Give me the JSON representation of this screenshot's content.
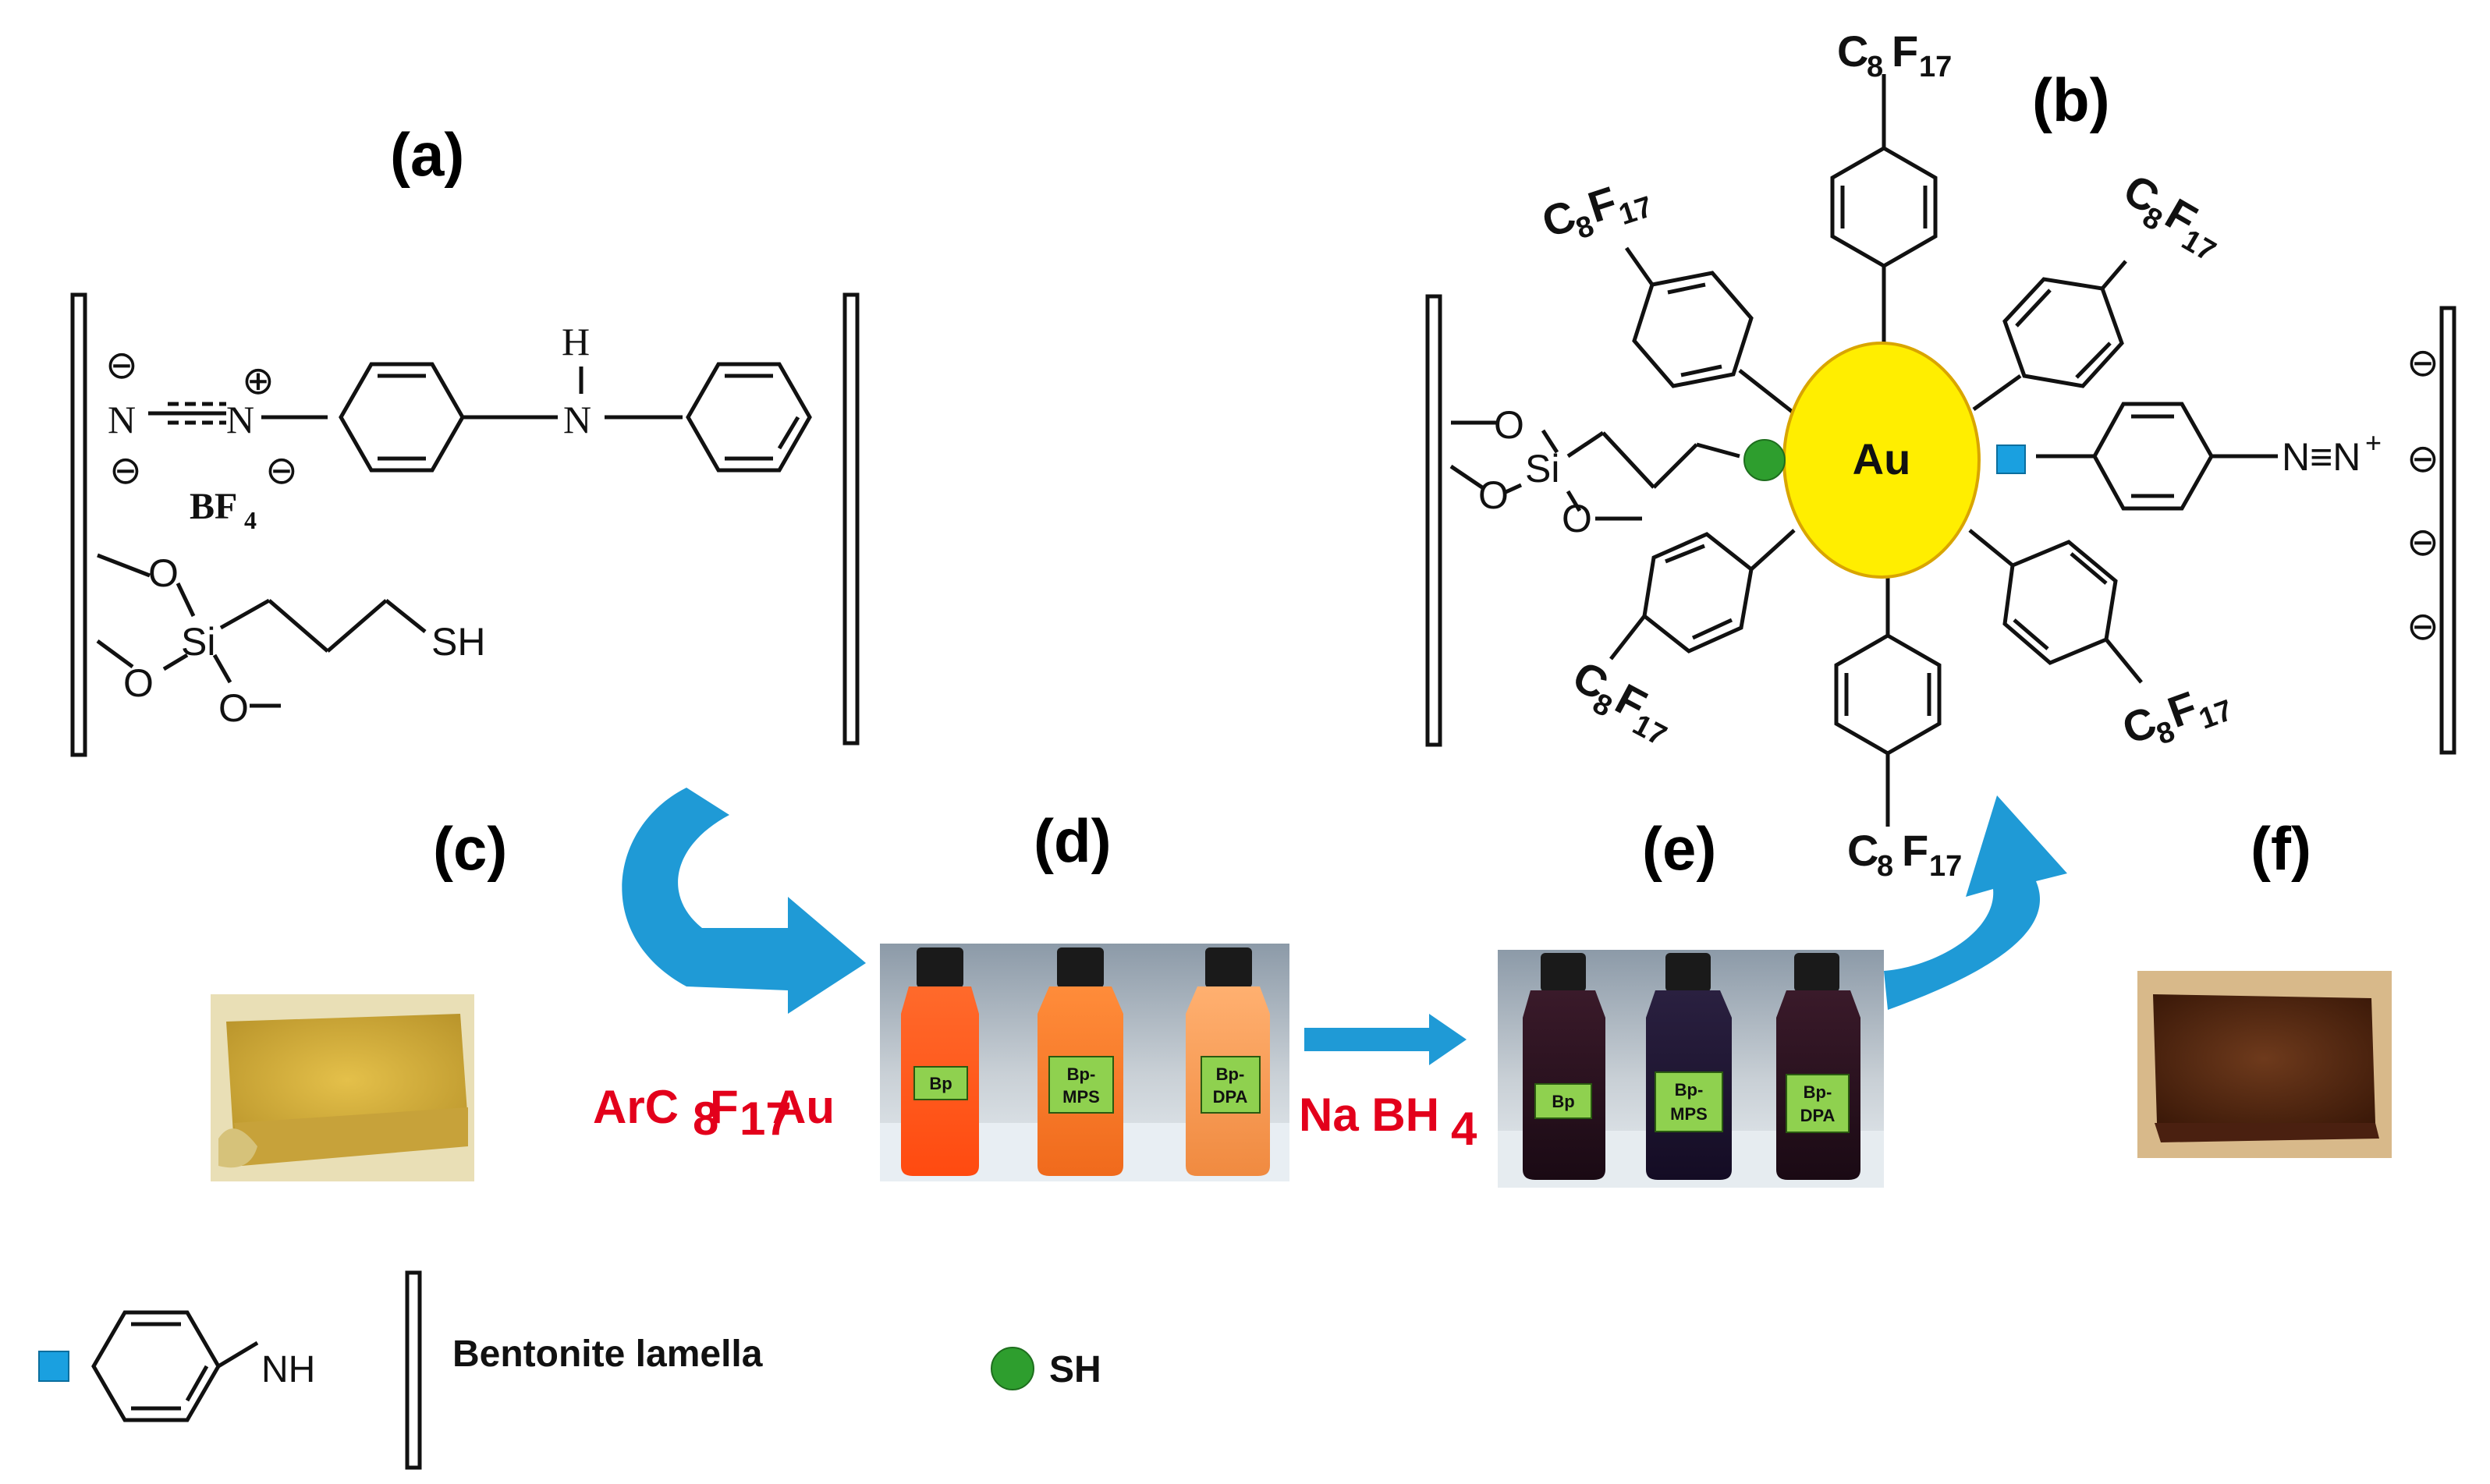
{
  "panels": {
    "a": "(a)",
    "b": "(b)",
    "c": "(c)",
    "d": "(d)",
    "e": "(e)",
    "f": "(f)"
  },
  "structure_a": {
    "n_left": "N",
    "n_plus": "N",
    "n_amine": "N",
    "h_amine": "H",
    "bf": "BF",
    "bf_sub": "4",
    "o1": "O",
    "o2": "O",
    "o3": "O",
    "si": "Si",
    "sh": "SH",
    "charge_minus": "⊖",
    "charge_plus": "⊕"
  },
  "structure_b": {
    "center": "Au",
    "c8": "C",
    "c8_sub": "8",
    "f17": "F",
    "f17_sub": "17",
    "diazonium": "N≡N",
    "diazonium_plus": "+",
    "o1": "O",
    "o2": "O",
    "o3": "O",
    "si": "Si",
    "charge_minus": "⊖"
  },
  "reagents": {
    "ar_prefix": "ArC",
    "ar_sub1": "8",
    "ar_mid": "F",
    "ar_sub2": "17",
    "ar_suffix": "Au",
    "na": "Na BH",
    "na_sub": "4"
  },
  "bottles_d": [
    {
      "line1": "Bp",
      "line2": ""
    },
    {
      "line1": "Bp-",
      "line2": "MPS"
    },
    {
      "line1": "Bp-",
      "line2": "DPA"
    }
  ],
  "bottles_e": [
    {
      "line1": "Bp",
      "line2": ""
    },
    {
      "line1": "Bp-",
      "line2": "MPS"
    },
    {
      "line1": "Bp-",
      "line2": "DPA"
    }
  ],
  "legend": {
    "nh": "NH",
    "lamella": "Bentonite lamella",
    "sh": "SH"
  },
  "colors": {
    "arrow_blue": "#1f9ad6",
    "gold": "#ffee00",
    "gold_edge": "#d9a500",
    "thiol_green": "#2e9e2e",
    "amine_blue": "#1aa0e0",
    "powder_yellow": "#d9b53a",
    "powder_brown": "#5a2a12",
    "red_text": "#e3001b"
  }
}
